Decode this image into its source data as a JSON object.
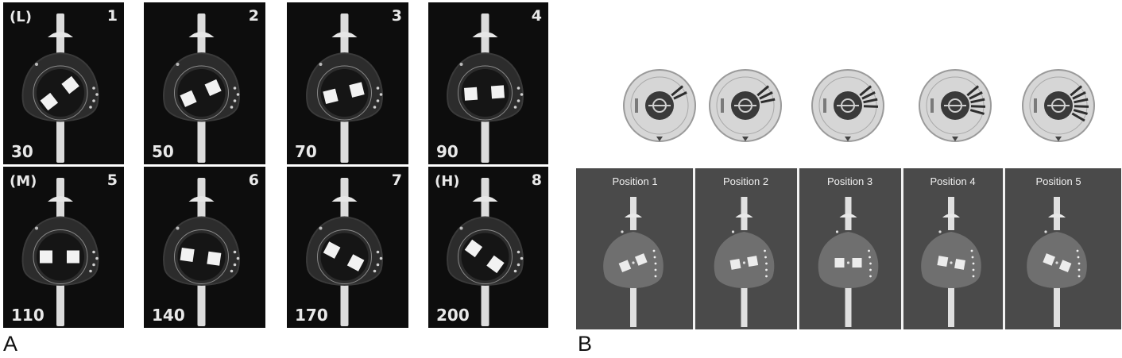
{
  "panel_a": {
    "label": "A",
    "tiles": [
      {
        "index": "1",
        "mode": "(L)",
        "value": "30"
      },
      {
        "index": "2",
        "mode": "",
        "value": "50"
      },
      {
        "index": "3",
        "mode": "",
        "value": "70"
      },
      {
        "index": "4",
        "mode": "",
        "value": "90"
      },
      {
        "index": "5",
        "mode": "(M)",
        "value": "110"
      },
      {
        "index": "6",
        "mode": "",
        "value": "140"
      },
      {
        "index": "7",
        "mode": "",
        "value": "170"
      },
      {
        "index": "8",
        "mode": "(H)",
        "value": "200"
      }
    ]
  },
  "panel_b": {
    "label": "B",
    "positions": [
      {
        "label": "Position 1"
      },
      {
        "label": "Position 2"
      },
      {
        "label": "Position 3"
      },
      {
        "label": "Position 4"
      },
      {
        "label": "Position 5"
      }
    ]
  },
  "colors": {
    "tile_bg": "#0d0d0d",
    "device_body": "#2c2c2c",
    "b_panel_bg": "#4a4a4a",
    "dial_face": "#d6d6d6"
  }
}
